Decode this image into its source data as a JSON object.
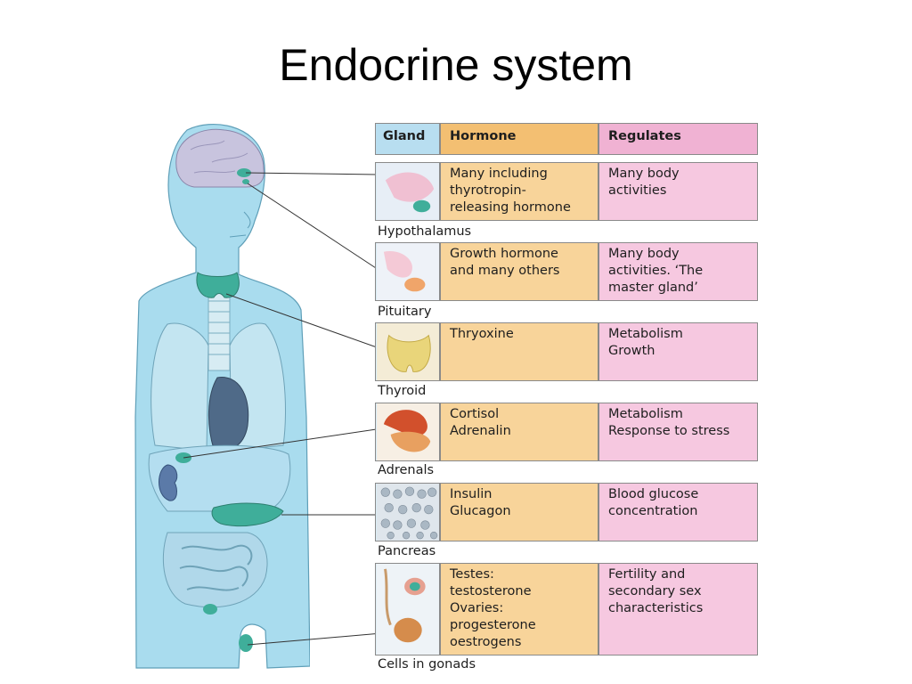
{
  "title": "Endocrine system",
  "table": {
    "headers": {
      "gland": "Gland",
      "hormone": "Hormone",
      "regulates": "Regulates"
    },
    "rows": [
      {
        "gland": "Hypothalamus",
        "hormone": [
          "Many including",
          "thyrotropin-",
          "releasing hormone"
        ],
        "regulates": [
          "Many body",
          "activities"
        ]
      },
      {
        "gland": "Pituitary",
        "hormone": [
          "Growth hormone",
          "and many others"
        ],
        "regulates": [
          "Many body",
          "activities. ‘The",
          "master gland’"
        ]
      },
      {
        "gland": "Thyroid",
        "hormone": [
          "Thryoxine"
        ],
        "regulates": [
          "Metabolism",
          "Growth"
        ]
      },
      {
        "gland": "Adrenals",
        "hormone": [
          "Cortisol",
          "Adrenalin"
        ],
        "regulates": [
          "Metabolism",
          "Response to stress"
        ]
      },
      {
        "gland": "Pancreas",
        "hormone": [
          "Insulin",
          "Glucagon"
        ],
        "regulates": [
          "Blood glucose",
          "concentration"
        ]
      },
      {
        "gland": "Cells in gonads",
        "hormone": [
          "Testes:",
          "testosterone",
          "Ovaries:",
          "progesterone",
          "oestrogens"
        ],
        "regulates": [
          "Fertility and",
          "secondary sex",
          "characteristics"
        ]
      }
    ]
  },
  "colors": {
    "gland_header": "#b8def0",
    "hormone": "#f8d49a",
    "regulates": "#f6c8e0",
    "body": "#9fd8ec",
    "gland_organ": "#3fae9a"
  }
}
